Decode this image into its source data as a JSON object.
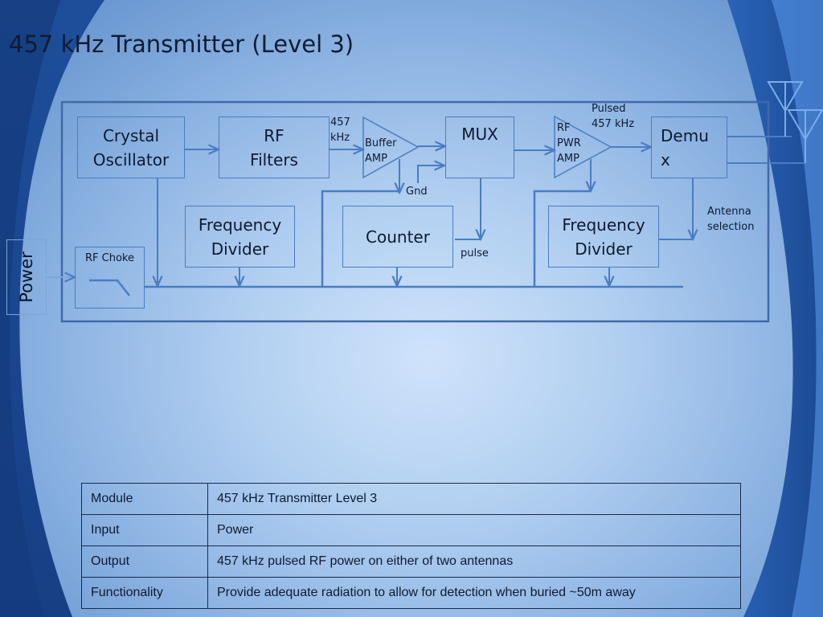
{
  "title": "457 kHz Transmitter (Level 3)",
  "colors": {
    "line": "#4a7dc0",
    "box_border": "#4a7dc0",
    "table_border": "#1b2a48"
  },
  "diagram": {
    "blocks": {
      "crystal_oscillator": "Crystal\nOscillator",
      "rf_filters": "RF\nFilters",
      "buffer_amp": "Buffer\nAMP",
      "mux": "MUX",
      "rf_pwr_amp": "RF\nPWR\nAMP",
      "demux": "Demu\nx",
      "frequency_divider_1": "Frequency\nDivider",
      "counter": "Counter",
      "frequency_divider_2": "Frequency\nDivider",
      "rf_choke": "RF Choke",
      "power": "Power"
    },
    "labels": {
      "freq_457": "457\nkHz",
      "gnd": "Gnd",
      "pulse": "pulse",
      "pulsed_457": "Pulsed\n457 kHz",
      "antenna_selection": "Antenna\nselection"
    }
  },
  "table": {
    "rows": [
      {
        "key": "Module",
        "value": "457 kHz Transmitter Level 3"
      },
      {
        "key": "Input",
        "value": "Power"
      },
      {
        "key": "Output",
        "value": "457 kHz pulsed RF power on either of two antennas"
      },
      {
        "key": "Functionality",
        "value": "Provide adequate radiation to allow for detection when buried ~50m away"
      }
    ]
  }
}
